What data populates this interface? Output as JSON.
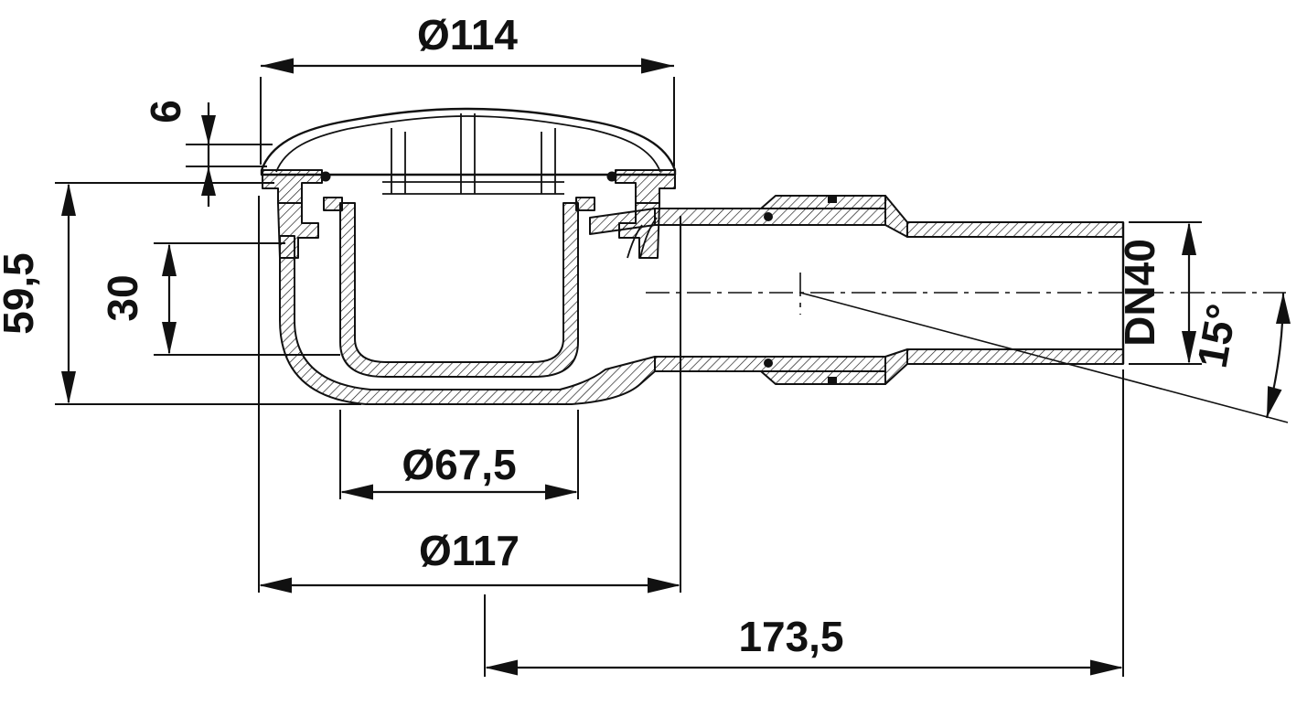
{
  "figure": {
    "background": "#ffffff",
    "line_color": "#111111",
    "labels": {
      "top_diameter": "Ø114",
      "rim_height": "6",
      "overall_height": "59,5",
      "trap_depth": "30",
      "inner_diameter": "Ø67,5",
      "body_diameter": "Ø117",
      "outlet_length": "173,5",
      "outlet_dn": "DN40",
      "outlet_angle": "15°"
    }
  }
}
